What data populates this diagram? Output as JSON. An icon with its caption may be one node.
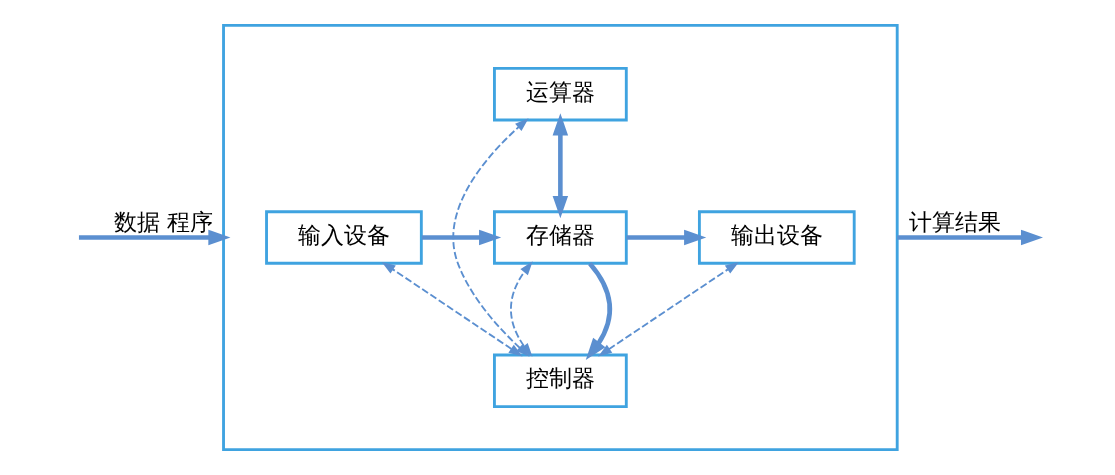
{
  "diagram": {
    "nodes": [
      {
        "text": [],
        "shape": "box"
      },
      {
        "text": [
          "运算器"
        ],
        "in": 0
      },
      {
        "text": [
          "输入设备"
        ],
        "in": 0
      },
      {
        "text": [
          "存储器"
        ],
        "in": 0
      },
      {
        "text": [
          "输出设备"
        ],
        "in": 0
      },
      {
        "text": [
          "控制器"
        ],
        "in": 0
      }
    ],
    "edges": [
      {
        "from": null,
        "to": 0,
        "arrow": "to",
        "label": "数据 程序"
      },
      {
        "from": 2,
        "to": 3,
        "arrow": "to"
      },
      {
        "from": 1,
        "to": 3,
        "arrow": "both"
      },
      {
        "from": 3,
        "to": 4,
        "arrow": "to"
      },
      {
        "from": 3,
        "to": 5,
        "arrow": "to"
      },
      {
        "from": 5,
        "to": 1,
        "arrow": "both",
        "style": "dashed"
      },
      {
        "from": 5,
        "to": 3,
        "arrow": "both",
        "style": "dashed"
      },
      {
        "from": 5,
        "to": 2,
        "arrow": "both",
        "style": "dashed"
      },
      {
        "from": 5,
        "to": 4,
        "arrow": "both",
        "style": "dashed"
      },
      {
        "from": 0,
        "to": null,
        "arrow": "to",
        "label": "计算结果"
      }
    ]
  }
}
